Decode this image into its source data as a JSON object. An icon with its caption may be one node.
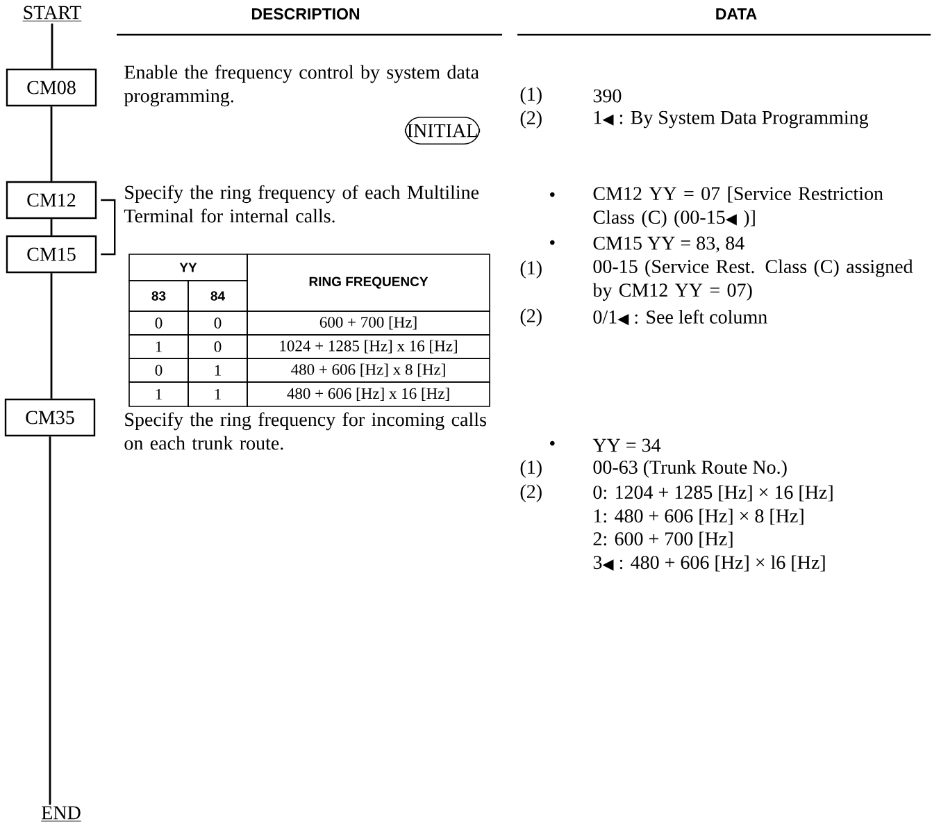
{
  "diagram": {
    "nodes": [
      {
        "text": [
          "START"
        ]
      },
      {
        "text": [
          "CM08"
        ]
      },
      {
        "text": [
          "CM12"
        ]
      },
      {
        "text": [
          "CM15"
        ]
      },
      {
        "text": [
          "CM35"
        ]
      },
      {
        "text": [
          "END"
        ]
      },
      {
        "text": [
          "INITIAL"
        ]
      }
    ],
    "edges": [
      {
        "from": 0,
        "to": 1,
        "arrow": "none"
      },
      {
        "from": 1,
        "to": 2,
        "arrow": "none"
      },
      {
        "from": 2,
        "to": 3,
        "arrow": "none"
      },
      {
        "from": 3,
        "to": 4,
        "arrow": "none"
      },
      {
        "from": 4,
        "to": 5,
        "arrow": "none"
      },
      {
        "from": 2,
        "to": 3,
        "arrow": "none"
      }
    ],
    "labels": [
      "DESCRIPTION",
      "DATA",
      "Enable the frequency control by system data programming.",
      "(1)",
      "390",
      "(2)",
      "1◀ : By System Data Programming",
      "Specify the ring frequency of each Multiline Terminal for internal calls.",
      "•",
      "CM12 YY = 07 [Service Restriction Class (C) (00-15◀ )]",
      "•",
      "CM15 YY = 83, 84",
      "YY",
      "RING FREQUENCY",
      "(1)",
      "00-15 (Service Rest. Class (C) assigned by CM12 YY = 07)",
      "83",
      "84",
      "0",
      "0",
      "600 + 700 [Hz]",
      "(2)",
      "0/1◀ : See left column",
      "1",
      "0",
      "1024 + 1285 [Hz] x 16 [Hz]",
      "0",
      "1",
      "480 + 606 [Hz] x 8 [Hz]",
      "1",
      "1",
      "480 + 606 [Hz] x 16 [Hz]",
      "Specify the ring frequency for incoming calls on each trunk route.",
      "•",
      "YY = 34",
      "(1)",
      "00-63 (Trunk Route No.)",
      "(2)",
      "0: 1204 + 1285 [Hz] × 16 [Hz]",
      "1: 480 + 606 [Hz] × 8 [Hz]",
      "2: 600 + 700 [Hz]",
      "3◀ : 480 + 606 [Hz] × l6 [Hz]"
    ]
  }
}
